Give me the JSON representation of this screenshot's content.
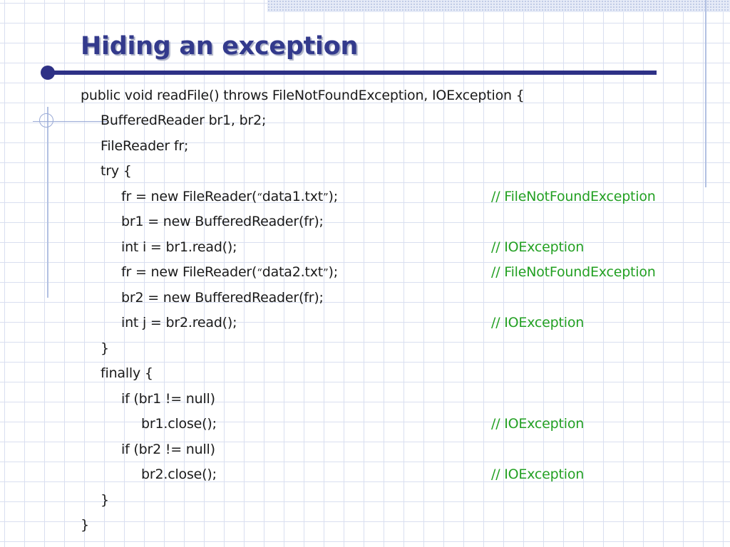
{
  "slide": {
    "title": "Hiding an exception",
    "code": [
      {
        "text": "public void readFile() throws FileNotFoundException, IOException {"
      },
      {
        "text": "BufferedReader br1, br2;"
      },
      {
        "text": "FileReader fr;"
      },
      {
        "text": "try {"
      },
      {
        "pre": "fr = new FileReader(",
        "open_quote": "“",
        "arg": "data1.txt",
        "close_quote": "”",
        "post": ");"
      },
      {
        "text": "br1 = new BufferedReader(fr);"
      },
      {
        "text": "int i = br1.read();"
      },
      {
        "pre": "fr = new FileReader(",
        "open_quote": "“",
        "arg": "data2.txt",
        "close_quote": "”",
        "post": ");"
      },
      {
        "text": "br2 = new BufferedReader(fr);"
      },
      {
        "text": "int j = br2.read();"
      },
      {
        "text": "}"
      },
      {
        "text": "finally {"
      },
      {
        "text": "if (br1 != null)"
      },
      {
        "text": "br1.close();"
      },
      {
        "text": "if (br2 != null)"
      },
      {
        "text": "br2.close();"
      },
      {
        "text": "}"
      },
      {
        "text": "}"
      }
    ],
    "comments": [
      "// FileNotFoundException",
      "// IOException",
      "// FileNotFoundException",
      "// IOException",
      "// IOException",
      "// IOException"
    ]
  }
}
